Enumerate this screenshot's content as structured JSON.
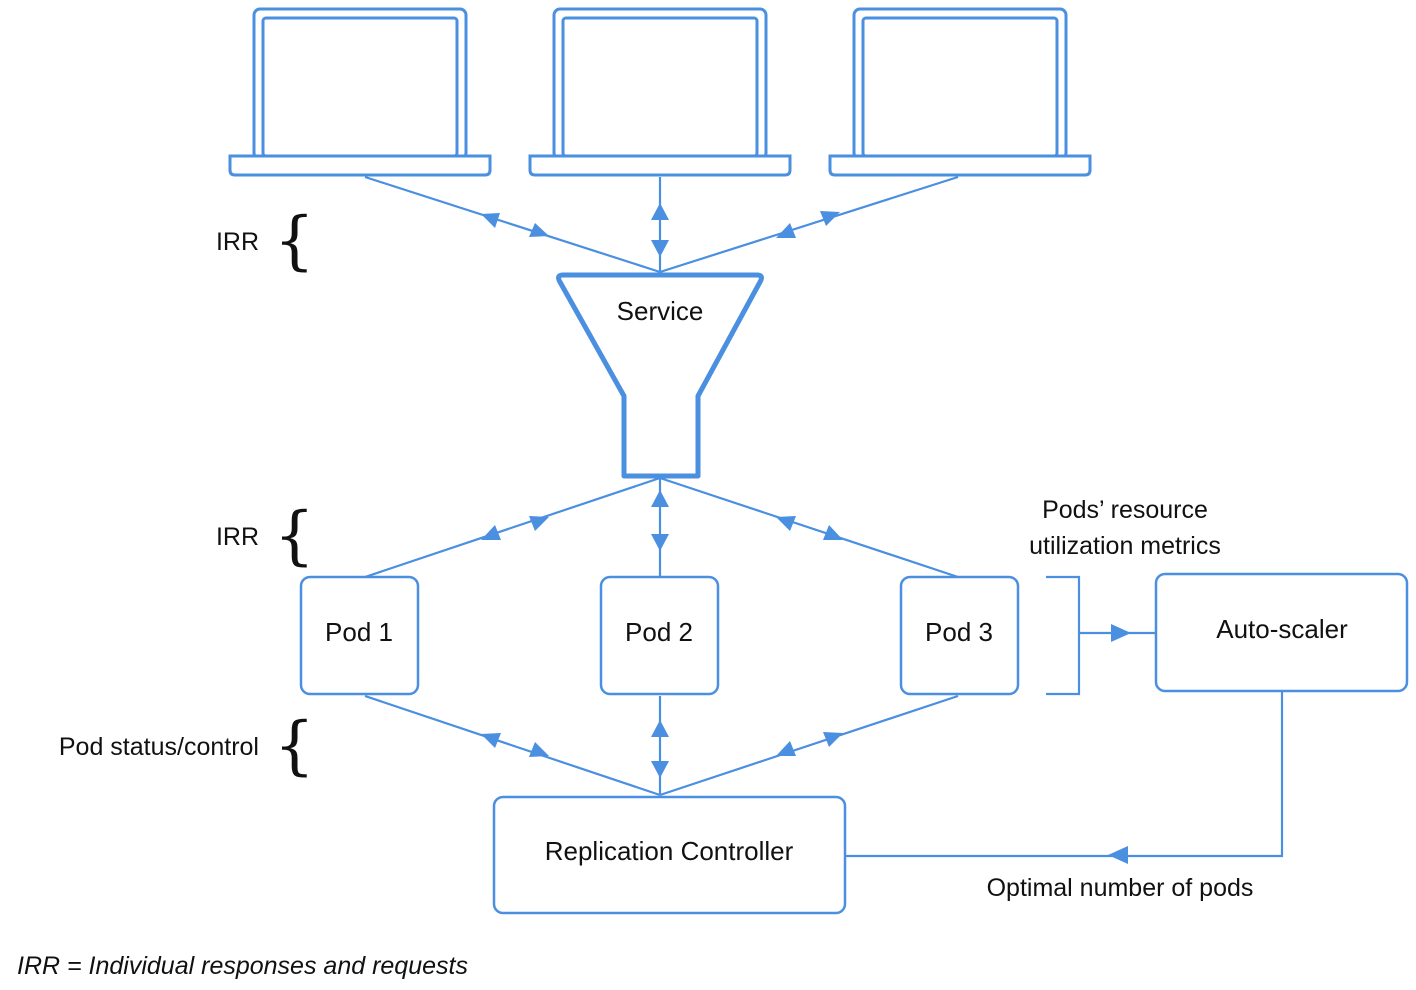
{
  "colors": {
    "accent": "#4a8fe0",
    "text": "#111111",
    "background": "#ffffff"
  },
  "icons": [
    "laptop-icon",
    "funnel-icon"
  ],
  "nodes": {
    "service": "Service",
    "pod1": "Pod 1",
    "pod2": "Pod 2",
    "pod3": "Pod 3",
    "autoscaler": "Auto-scaler",
    "replication_controller": "Replication Controller"
  },
  "labels": {
    "irr_top": "IRR",
    "irr_middle": "IRR",
    "pod_status_control": "Pod status/control",
    "metrics_line1": "Pods’ resource",
    "metrics_line2": "utilization metrics",
    "optimal": "Optimal number of pods",
    "brace": "{"
  },
  "footnote": "IRR = Individual responses and requests"
}
